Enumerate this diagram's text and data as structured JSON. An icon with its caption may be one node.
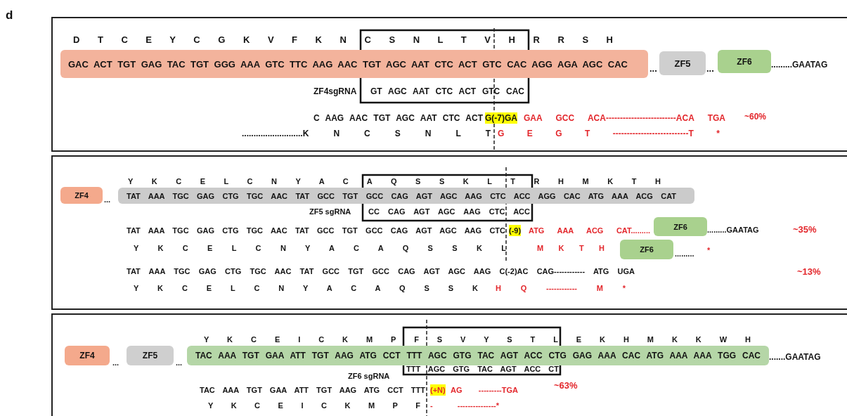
{
  "diagram": {
    "nodes": [
      {
        "text": [
          "GAC ACT TGT GAG TAC TGT GGG AAA GTC TTC AAG AAC TGT AGC AAT CTC ACT GTC CAC AGG AGA AGC CAC"
        ]
      },
      {
        "text": [
          "ZF5"
        ]
      },
      {
        "text": [
          "ZF6"
        ]
      },
      {
        "text": [
          "ZF4"
        ]
      },
      {
        "text": [
          "TAT AAA TGC GAG CTG TGC AAC TAT GCC TGT GCC CAG AGT AGC AAG CTC ACC AGG CAC ATG AAA ACG CAT"
        ]
      },
      {
        "text": [
          "ZF6"
        ]
      },
      {
        "text": [
          "ZF6"
        ]
      },
      {
        "text": [
          "ZF4"
        ]
      },
      {
        "text": [
          "ZF5"
        ]
      },
      {
        "text": [
          "TAC AAA TGT GAA ATT TGT AAG ATG CCT TTT AGC GTG TAC AGT ACC CTG GAG AAA CAC ATG AAA AAA TGG CAC"
        ]
      }
    ],
    "labels": [
      "d",
      "D T C E Y C G K V F K N C S N L T V H R R S H",
      "...",
      "...",
      ".........GAATAG",
      "ZF4sgRNA",
      "GT AGC AAT CTC ACT GTC CAC",
      "C AAG AAC TGT AGC AAT CTC ACT",
      "G(-7)GA",
      "GAA GCC ACA-------------------------ACA TGA",
      "~60%",
      "..........................K N C S N L T",
      "G E G T ---------------------------T *",
      "Y K C E L C N Y A C A Q S S K L T R H M K T H",
      "...",
      "ZF5 sgRNA",
      "CC CAG AGT AGC AAG CTC ACC",
      "TAT AAA TGC GAG CTG TGC AAC TAT GCC TGT GCC CAG AGT AGC AAG CTC",
      "(-9)",
      "ATG AAA ACG CAT.........",
      ".........GAATAG",
      "~35%",
      "Y K C E L C N Y A C A Q S S K L",
      "M K T H",
      ".........",
      "*",
      "TAT AAA TGC GAG CTG TGC AAC TAT GCC TGT GCC CAG AGT AGC AAG C(-2)AC CAG------------ ATG UGA",
      "~13%",
      "Y K C E L C N Y A C A Q S S K",
      "H Q ------------ M *",
      "Y K C E I C K M P F S V Y S T L E K H M K K W H",
      "...",
      "...",
      ".......GAATAG",
      "ZF6 sgRNA",
      "TTT AGC GTG TAC AGT ACC CT",
      "TAC AAA TGT GAA ATT TGT AAG ATG CCT TTT",
      "(+N)",
      "AG ---------TGA",
      "~63%",
      "Y K C E I C K M P F",
      "- ---------------*"
    ]
  }
}
